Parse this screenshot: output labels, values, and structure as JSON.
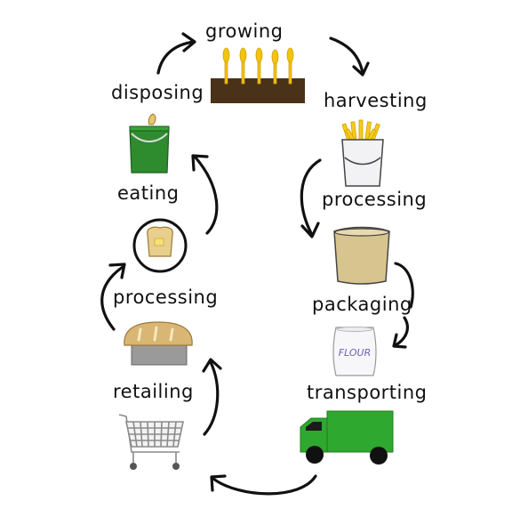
{
  "stages": {
    "growing": "growing",
    "harvesting": "harvesting",
    "processing_1": "processing",
    "packaging": "packaging",
    "transporting": "transporting",
    "retailing": "retailing",
    "processing_2": "processing",
    "eating": "eating",
    "disposing": "disposing"
  },
  "flour_bag_text": "FLOUR",
  "colors": {
    "wheat": "#f1c40f",
    "soil": "#4a3219",
    "bucket": "#f2f2f4",
    "sack": "#d8c48e",
    "truck": "#2fa82f",
    "bin": "#2e8b2e",
    "bread": "#d9b673",
    "pan": "#9a9a9a",
    "cart": "#8a8a8a",
    "toast": "#e8cf8b",
    "flour_text": "#6f5fb8"
  }
}
